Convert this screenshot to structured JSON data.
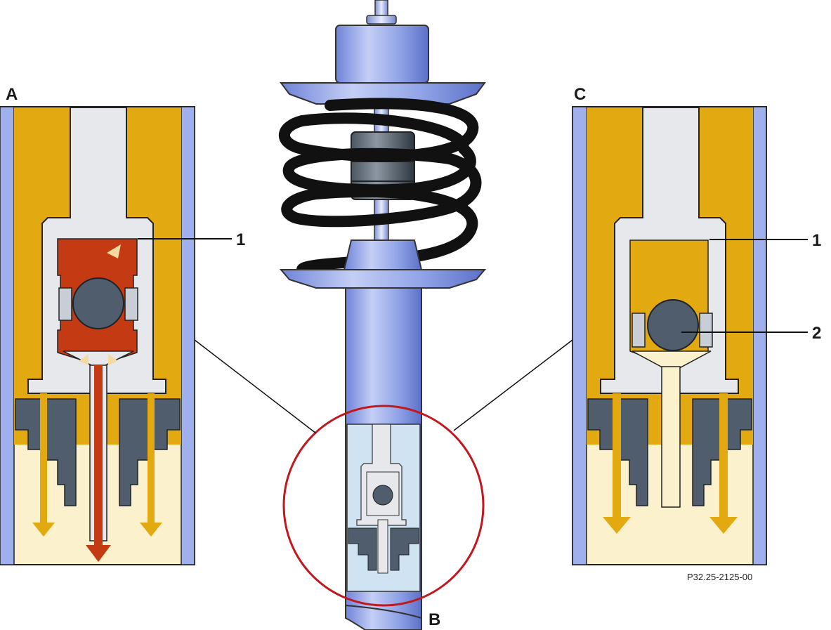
{
  "diagram": {
    "panels": {
      "left": {
        "label": "A"
      },
      "center": {
        "label": "B"
      },
      "right": {
        "label": "C"
      }
    },
    "callouts": {
      "left_1": "1",
      "right_1": "1",
      "right_2": "2"
    },
    "reference_code": "P32.25-2125-00"
  },
  "colors": {
    "tube_blue": "#9fb0ec",
    "oil_gold": "#e2a910",
    "oil_pale": "#fbf1cc",
    "pressure_red": "#c43a12",
    "valve_gray": "#4f5d6c",
    "piston_light": "#e6e8ec",
    "magnifier_red": "#c0181e",
    "spring_black": "#111111"
  }
}
